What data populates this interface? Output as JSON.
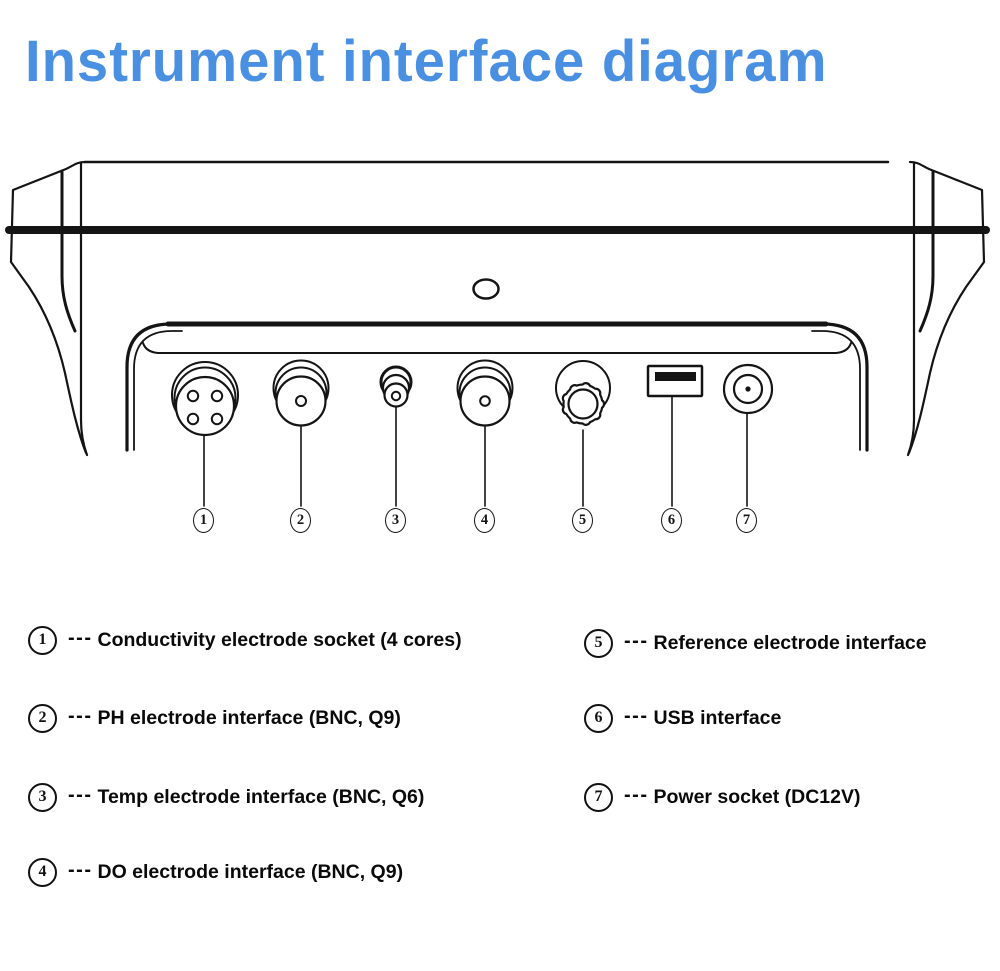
{
  "title": {
    "text": "Instrument interface diagram",
    "color": "#4a90e2"
  },
  "diagram": {
    "callouts": [
      "1",
      "2",
      "3",
      "4",
      "5",
      "6",
      "7"
    ]
  },
  "legend": {
    "dash": "---",
    "left": [
      {
        "num": "1",
        "label": "Conductivity electrode socket (4 cores)"
      },
      {
        "num": "2",
        "label": "PH electrode interface (BNC, Q9)"
      },
      {
        "num": "3",
        "label": "Temp electrode interface (BNC, Q6)"
      },
      {
        "num": "4",
        "label": "DO electrode interface (BNC, Q9)"
      }
    ],
    "right": [
      {
        "num": "5",
        "label": "Reference electrode interface"
      },
      {
        "num": "6",
        "label": "USB interface"
      },
      {
        "num": "7",
        "label": "Power socket (DC12V)"
      }
    ]
  },
  "colors": {
    "line": "#141414",
    "title": "#4a90e2",
    "text": "#0a0a0a"
  }
}
